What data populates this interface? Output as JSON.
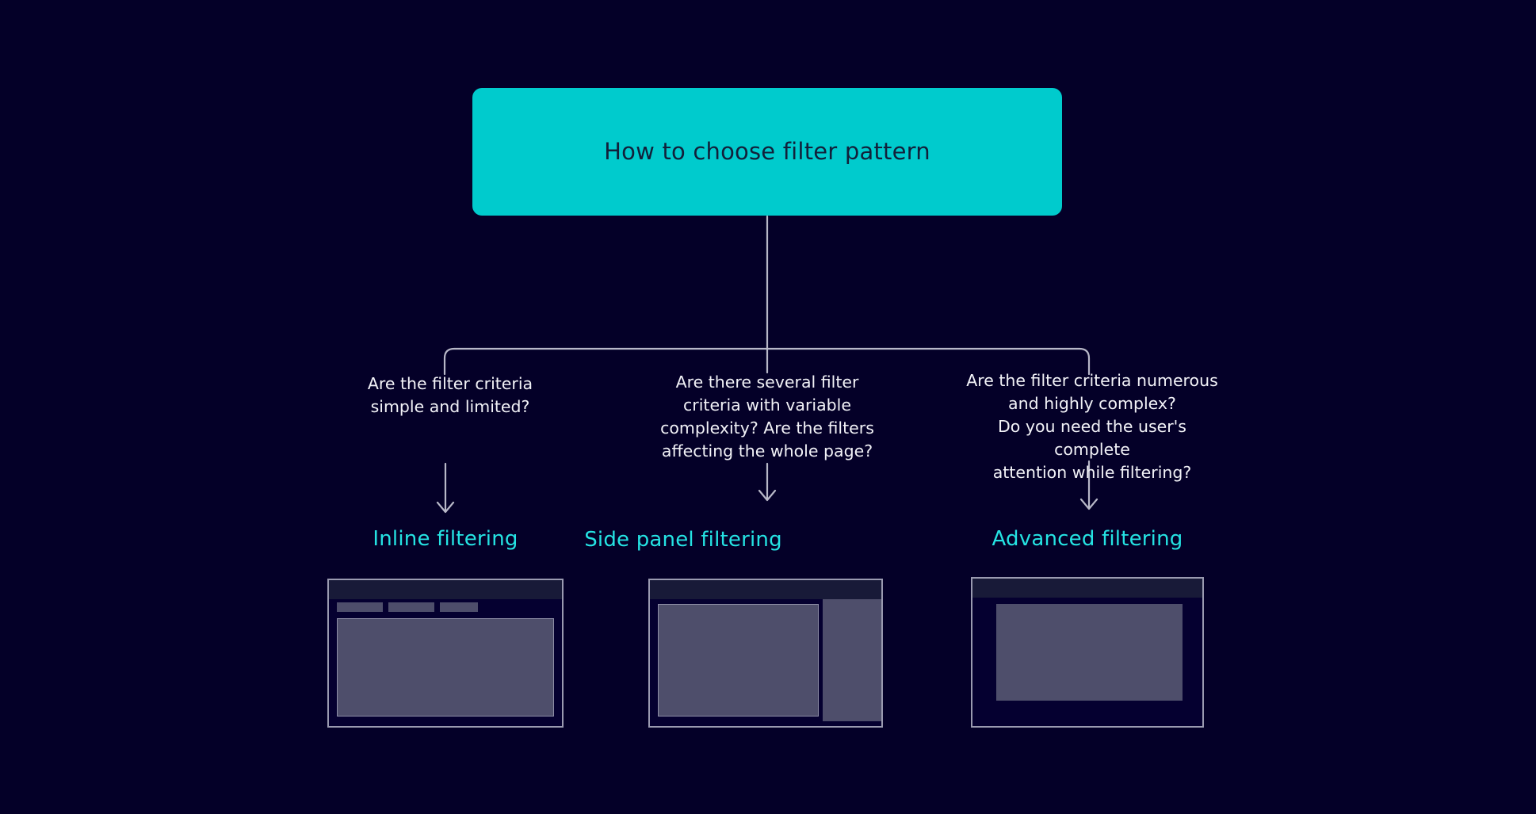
{
  "theme": {
    "background": "#040028",
    "accent_cyan": "#00cbcd",
    "outcome_cyan": "#25e3e3",
    "connector_line": "#b8b8c8",
    "question_text": "#f2f2f7",
    "mockup_fill": "#4e4e6b",
    "mockup_header": "#181a38",
    "mockup_border": "#9a9ab0"
  },
  "diagram": {
    "type": "decision-tree",
    "root": {
      "label": "How to choose filter pattern"
    },
    "branches": [
      {
        "id": "inline",
        "question": "Are the filter criteria\nsimple and limited?",
        "outcome": "Inline filtering",
        "mockup_name": "inline-filtering-mockup"
      },
      {
        "id": "side-panel",
        "question": "Are there several filter\ncriteria with variable\ncomplexity? Are the filters\naffecting the whole page?",
        "outcome": "Side panel filtering",
        "mockup_name": "side-panel-filtering-mockup"
      },
      {
        "id": "advanced",
        "question": "Are the filter criteria numerous\nand highly complex?\nDo you need the user's complete\nattention while filtering?",
        "outcome": "Advanced filtering",
        "mockup_name": "advanced-filtering-mockup"
      }
    ]
  }
}
